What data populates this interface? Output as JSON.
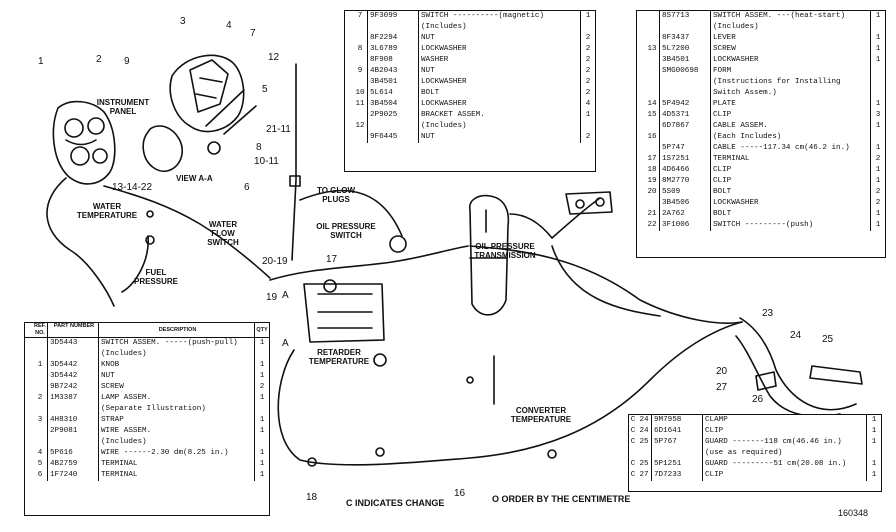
{
  "image_id_label": "160348",
  "footnotes": {
    "change": "C INDICATES CHANGE",
    "centimetre": "O ORDER BY THE CENTIMETRE"
  },
  "diagram_labels": [
    {
      "id": "instrument-panel",
      "text": "INSTRUMENT PANEL"
    },
    {
      "id": "view-a-a",
      "text": "VIEW A-A"
    },
    {
      "id": "water-temperature",
      "text": "WATER TEMPERATURE"
    },
    {
      "id": "water-flow-switch",
      "text": "WATER FLOW SWITCH"
    },
    {
      "id": "fuel-pressure",
      "text": "FUEL PRESSURE"
    },
    {
      "id": "to-glow-plugs",
      "text": "TO GLOW PLUGS"
    },
    {
      "id": "oil-pressure-switch",
      "text": "OIL PRESSURE SWITCH"
    },
    {
      "id": "oil-pressure-transmission",
      "text": "OIL PRESSURE TRANSMISSION"
    },
    {
      "id": "retarder-temperature",
      "text": "RETARDER TEMPERATURE"
    },
    {
      "id": "converter-temperature",
      "text": "CONVERTER TEMPERATURE"
    }
  ],
  "callouts": [
    "1",
    "2",
    "3",
    "4",
    "5",
    "6",
    "7",
    "8",
    "9",
    "10-11",
    "12",
    "13-14-22",
    "16",
    "17",
    "18",
    "19",
    "20",
    "20-19",
    "21-11",
    "23",
    "24",
    "25",
    "26",
    "27",
    "A",
    "A"
  ],
  "parts_lists": [
    {
      "id": "top-middle",
      "rows": [
        {
          "ref": "7",
          "part": "9F3099",
          "desc": "SWITCH ----------(magnetic)",
          "qty": "1"
        },
        {
          "ref": "",
          "part": "",
          "desc": "(Includes)",
          "qty": ""
        },
        {
          "ref": "",
          "part": "8F2294",
          "desc": "NUT",
          "qty": "2"
        },
        {
          "ref": "8",
          "part": "3L6789",
          "desc": "LOCKWASHER",
          "qty": "2"
        },
        {
          "ref": "",
          "part": "8F908",
          "desc": "WASHER",
          "qty": "2"
        },
        {
          "ref": "9",
          "part": "4B2043",
          "desc": "NUT",
          "qty": "2"
        },
        {
          "ref": "",
          "part": "3B4501",
          "desc": "LOCKWASHER",
          "qty": "2"
        },
        {
          "ref": "10",
          "part": "5L614",
          "desc": "BOLT",
          "qty": "2"
        },
        {
          "ref": "11",
          "part": "3B4504",
          "desc": "LOCKWASHER",
          "qty": "4"
        },
        {
          "ref": "",
          "part": "2P9025",
          "desc": "BRACKET ASSEM.",
          "qty": "1"
        },
        {
          "ref": "12",
          "part": "",
          "desc": "(Includes)",
          "qty": ""
        },
        {
          "ref": "",
          "part": "9F6445",
          "desc": "NUT",
          "qty": "2"
        }
      ]
    },
    {
      "id": "top-right",
      "rows": [
        {
          "ref": "",
          "part": "8S7713",
          "desc": "SWITCH ASSEM. ---(heat-start)",
          "qty": "1"
        },
        {
          "ref": "",
          "part": "",
          "desc": "(Includes)",
          "qty": ""
        },
        {
          "ref": "",
          "part": "8F3437",
          "desc": "LEVER",
          "qty": "1"
        },
        {
          "ref": "13",
          "part": "5L7200",
          "desc": "SCREW",
          "qty": "1"
        },
        {
          "ref": "",
          "part": "3B4501",
          "desc": "LOCKWASHER",
          "qty": "1"
        },
        {
          "ref": "",
          "part": "SMG00698",
          "desc": "FORM",
          "qty": ""
        },
        {
          "ref": "",
          "part": "",
          "desc": "(Instructions for Installing",
          "qty": ""
        },
        {
          "ref": "",
          "part": "",
          "desc": "           Switch Assem.)",
          "qty": ""
        },
        {
          "ref": "14",
          "part": "5P4942",
          "desc": "PLATE",
          "qty": "1"
        },
        {
          "ref": "15",
          "part": "4D5371",
          "desc": "CLIP",
          "qty": "3"
        },
        {
          "ref": "",
          "part": "6D7867",
          "desc": "CABLE ASSEM.",
          "qty": "1"
        },
        {
          "ref": "16",
          "part": "",
          "desc": "(Each Includes)",
          "qty": ""
        },
        {
          "ref": "",
          "part": "5P747",
          "desc": "CABLE -----117.34 cm(46.2 in.)",
          "qty": "1"
        },
        {
          "ref": "17",
          "part": "1S7251",
          "desc": "TERMINAL",
          "qty": "2"
        },
        {
          "ref": "18",
          "part": "4D6466",
          "desc": "CLIP",
          "qty": "1"
        },
        {
          "ref": "19",
          "part": "8M2770",
          "desc": "CLIP",
          "qty": "1"
        },
        {
          "ref": "20",
          "part": "5S09",
          "desc": "BOLT",
          "qty": "2"
        },
        {
          "ref": "",
          "part": "3B4506",
          "desc": "LOCKWASHER",
          "qty": "2"
        },
        {
          "ref": "21",
          "part": "2A762",
          "desc": "BOLT",
          "qty": "1"
        },
        {
          "ref": "22",
          "part": "3F1006",
          "desc": "SWITCH ---------(push)",
          "qty": "1"
        }
      ]
    },
    {
      "id": "bottom-left",
      "header": {
        "ref": "REF. NO.",
        "part": "PART NUMBER",
        "desc": "DESCRIPTION",
        "qty": "QTY"
      },
      "rows": [
        {
          "cm": "",
          "ref": "",
          "part": "3D5443",
          "desc": "SWITCH ASSEM. -----(push-pull)",
          "qty": "1"
        },
        {
          "cm": "",
          "ref": "",
          "part": "",
          "desc": "(Includes)",
          "qty": ""
        },
        {
          "cm": "",
          "ref": "1",
          "part": "3D5442",
          "desc": "KNOB",
          "qty": "1"
        },
        {
          "cm": "",
          "ref": "",
          "part": "3D5442",
          "desc": "NUT",
          "qty": "1"
        },
        {
          "cm": "",
          "ref": "",
          "part": "9B7242",
          "desc": "SCREW",
          "qty": "2"
        },
        {
          "cm": "",
          "ref": "2",
          "part": "1M3387",
          "desc": "LAMP ASSEM.",
          "qty": "1"
        },
        {
          "cm": "",
          "ref": "",
          "part": "",
          "desc": "(Separate Illustration)",
          "qty": ""
        },
        {
          "cm": "",
          "ref": "3",
          "part": "4H8310",
          "desc": "STRAP",
          "qty": "1"
        },
        {
          "cm": "",
          "ref": "",
          "part": "2P9081",
          "desc": "WIRE ASSEM.",
          "qty": "1"
        },
        {
          "cm": "",
          "ref": "",
          "part": "",
          "desc": "(Includes)",
          "qty": ""
        },
        {
          "cm": "",
          "ref": "4",
          "part": "5P616",
          "desc": "WIRE ------2.30 dm(8.25 in.)",
          "qty": "1"
        },
        {
          "cm": "",
          "ref": "5",
          "part": "4B2759",
          "desc": "TERMINAL",
          "qty": "1"
        },
        {
          "cm": "",
          "ref": "6",
          "part": "1F7240",
          "desc": "TERMINAL",
          "qty": "1"
        }
      ]
    },
    {
      "id": "bottom-right",
      "rows": [
        {
          "cm": "C",
          "ref": "24",
          "part": "9M7958",
          "desc": "CLAMP",
          "qty": "1"
        },
        {
          "cm": "C",
          "ref": "24",
          "part": "6D1641",
          "desc": "CLIP",
          "qty": "1"
        },
        {
          "cm": "C",
          "ref": "25",
          "part": "5P767",
          "desc": "GUARD -------118 cm(46.46 in.)",
          "qty": "1"
        },
        {
          "cm": "",
          "ref": "",
          "part": "",
          "desc": "       (use as required)",
          "qty": ""
        },
        {
          "cm": "C",
          "ref": "25",
          "part": "5P1251",
          "desc": "GUARD ---------51 cm(20.08 in.)",
          "qty": "1"
        },
        {
          "cm": "C",
          "ref": "27",
          "part": "7D7233",
          "desc": "CLIP",
          "qty": "1"
        }
      ]
    }
  ]
}
